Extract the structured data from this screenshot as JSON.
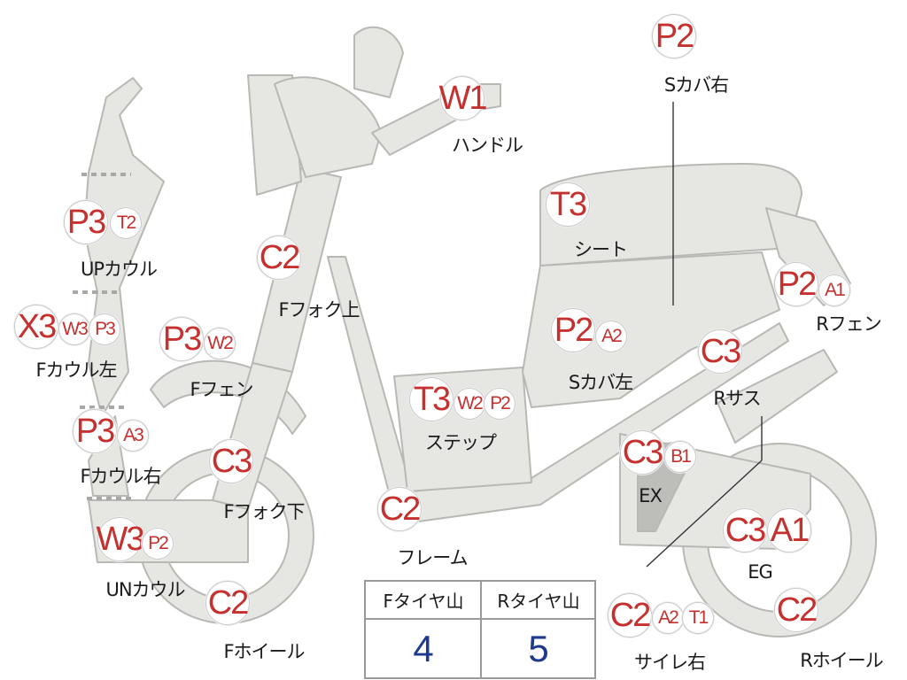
{
  "parts": [
    {
      "id": "p2-s-cover-right",
      "codes": [
        "P2"
      ],
      "label": "Sカバ右"
    },
    {
      "id": "w1-handle",
      "codes": [
        "W1"
      ],
      "label": "ハンドル"
    },
    {
      "id": "p3-t2-up-cowl",
      "codes": [
        "P3",
        "T2"
      ],
      "label": "UPカウル"
    },
    {
      "id": "c2-f-fork-upper",
      "codes": [
        "C2"
      ],
      "label": "Fフォク上"
    },
    {
      "id": "t3-seat",
      "codes": [
        "T3"
      ],
      "label": "シート"
    },
    {
      "id": "p2-a1-r-fender",
      "codes": [
        "P2",
        "A1"
      ],
      "label": "Rフェン"
    },
    {
      "id": "x3-w3-p3-f-cowl-left",
      "codes": [
        "X3",
        "W3",
        "P3"
      ],
      "label": "Fカウル左"
    },
    {
      "id": "p3-w2-f-fender",
      "codes": [
        "P3",
        "W2"
      ],
      "label": "Fフェン"
    },
    {
      "id": "p2-a2-s-cover-left",
      "codes": [
        "P2",
        "A2"
      ],
      "label": "Sカバ左"
    },
    {
      "id": "c3-r-suspension",
      "codes": [
        "C3"
      ],
      "label": "Rサス"
    },
    {
      "id": "t3-w2-p2-step",
      "codes": [
        "T3",
        "W2",
        "P2"
      ],
      "label": "ステップ"
    },
    {
      "id": "p3-a3-f-cowl-right",
      "codes": [
        "P3",
        "A3"
      ],
      "label": "Fカウル右"
    },
    {
      "id": "c3-f-fork-lower",
      "codes": [
        "C3"
      ],
      "label": "Fフォク下"
    },
    {
      "id": "c3-b1-exhaust",
      "codes": [
        "C3",
        "B1"
      ],
      "label": "EX"
    },
    {
      "id": "c2-frame",
      "codes": [
        "C2"
      ],
      "label": "フレーム"
    },
    {
      "id": "c3-a1-engine",
      "codes": [
        "C3",
        "A1"
      ],
      "label": "EG"
    },
    {
      "id": "w3-p2-un-cowl",
      "codes": [
        "W3",
        "P2"
      ],
      "label": "UNカウル"
    },
    {
      "id": "c2-f-wheel",
      "codes": [
        "C2"
      ],
      "label": "Fホイール"
    },
    {
      "id": "c2-a2-t1-muffler-right",
      "codes": [
        "C2",
        "A2",
        "T1"
      ],
      "label": "サイレ右"
    },
    {
      "id": "c2-r-wheel",
      "codes": [
        "C2"
      ],
      "label": "Rホイール"
    }
  ],
  "tire_table": {
    "front_header": "Fタイヤ山",
    "rear_header": "Rタイヤ山",
    "front_value": "4",
    "rear_value": "5"
  }
}
